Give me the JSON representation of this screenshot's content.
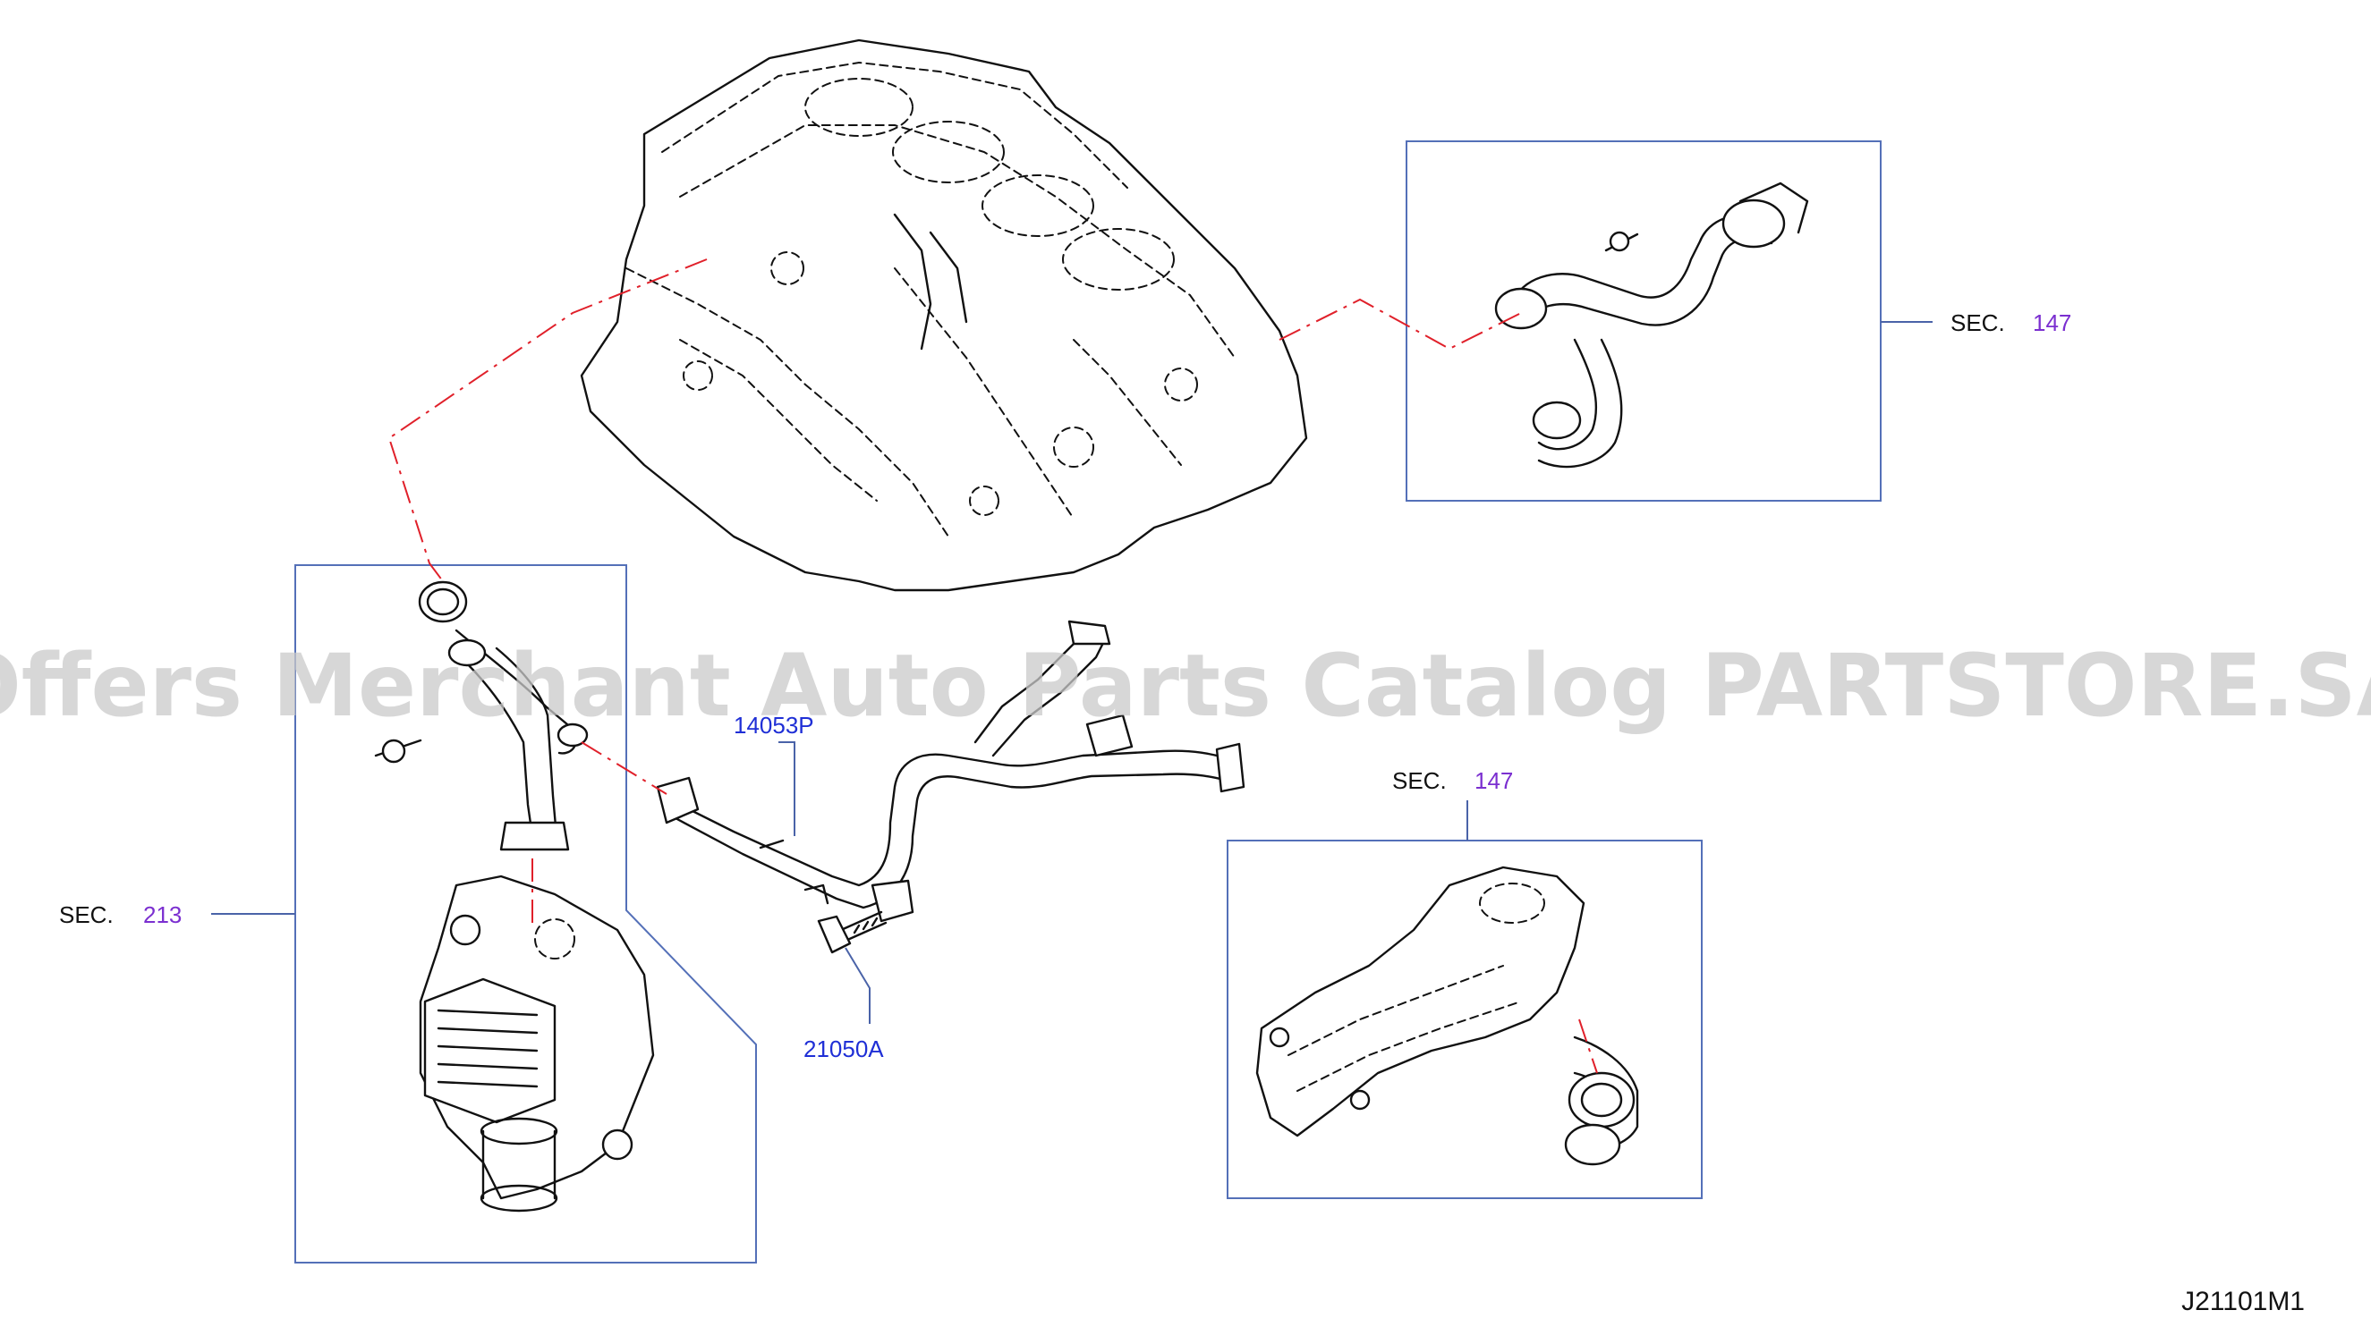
{
  "watermark": "Offers Merchant Auto Parts Catalog PARTSTORE.SA",
  "sections": [
    {
      "word": "SEC.",
      "number": "147"
    },
    {
      "word": "SEC.",
      "number": "147"
    },
    {
      "word": "SEC.",
      "number": "213"
    }
  ],
  "parts": [
    {
      "number": "14053P"
    },
    {
      "number": "21050A"
    }
  ],
  "diagram_code": "J21101M1",
  "colors": {
    "section_number": "#7b2fd0",
    "part_number": "#1f2fd6",
    "reference_line": "#e0202a",
    "frame": "#5470b8"
  }
}
